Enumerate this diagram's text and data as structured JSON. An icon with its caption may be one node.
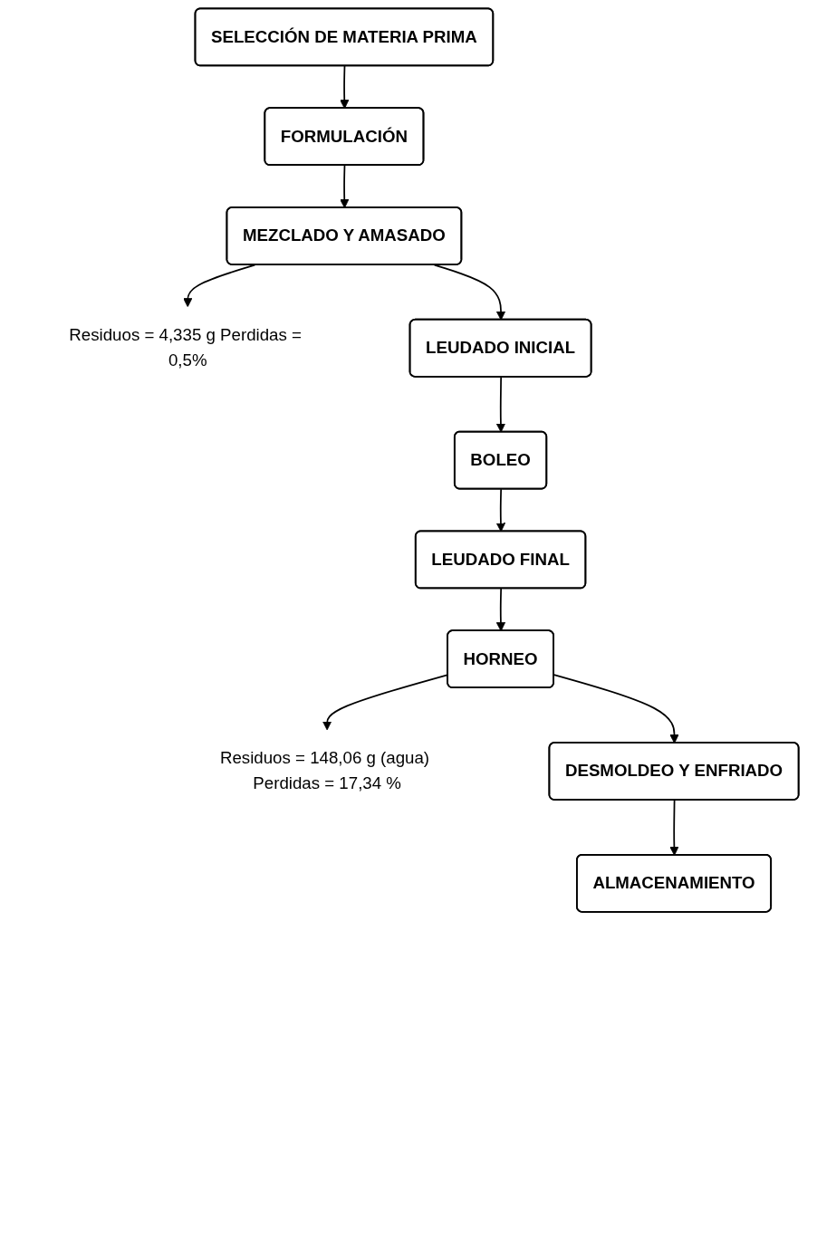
{
  "diagram": {
    "nodes": [
      {
        "text": [
          "SELECCIÓN DE MATERIA PRIMA"
        ]
      },
      {
        "text": [
          "FORMULACIÓN"
        ]
      },
      {
        "text": [
          "MEZCLADO Y AMASADO"
        ]
      },
      {
        "text": [
          "Residuos = 4,335 g Perdidas = 0,5%"
        ]
      },
      {
        "text": [
          "LEUDADO INICIAL"
        ]
      },
      {
        "text": [
          "BOLEO"
        ]
      },
      {
        "text": [
          "LEUDADO FINAL"
        ]
      },
      {
        "text": [
          "HORNEO"
        ]
      },
      {
        "text": [
          "Residuos = 148,06 g (agua) Perdidas = 17,34 %"
        ]
      },
      {
        "text": [
          "DESMOLDEO Y ENFRIADO"
        ]
      },
      {
        "text": [
          "ALMACENAMIENTO"
        ]
      }
    ],
    "edges": [
      {
        "from": 0,
        "to": 1,
        "arrow": "to"
      },
      {
        "from": 1,
        "to": 2,
        "arrow": "to"
      },
      {
        "from": 2,
        "to": 3,
        "arrow": "to"
      },
      {
        "from": 2,
        "to": 4,
        "arrow": "to"
      },
      {
        "from": 4,
        "to": 5,
        "arrow": "to"
      },
      {
        "from": 5,
        "to": 6,
        "arrow": "to"
      },
      {
        "from": 6,
        "to": 7,
        "arrow": "to"
      },
      {
        "from": 7,
        "to": 8,
        "arrow": "to"
      },
      {
        "from": 7,
        "to": 9,
        "arrow": "to"
      },
      {
        "from": 9,
        "to": 10,
        "arrow": "to"
      }
    ]
  }
}
